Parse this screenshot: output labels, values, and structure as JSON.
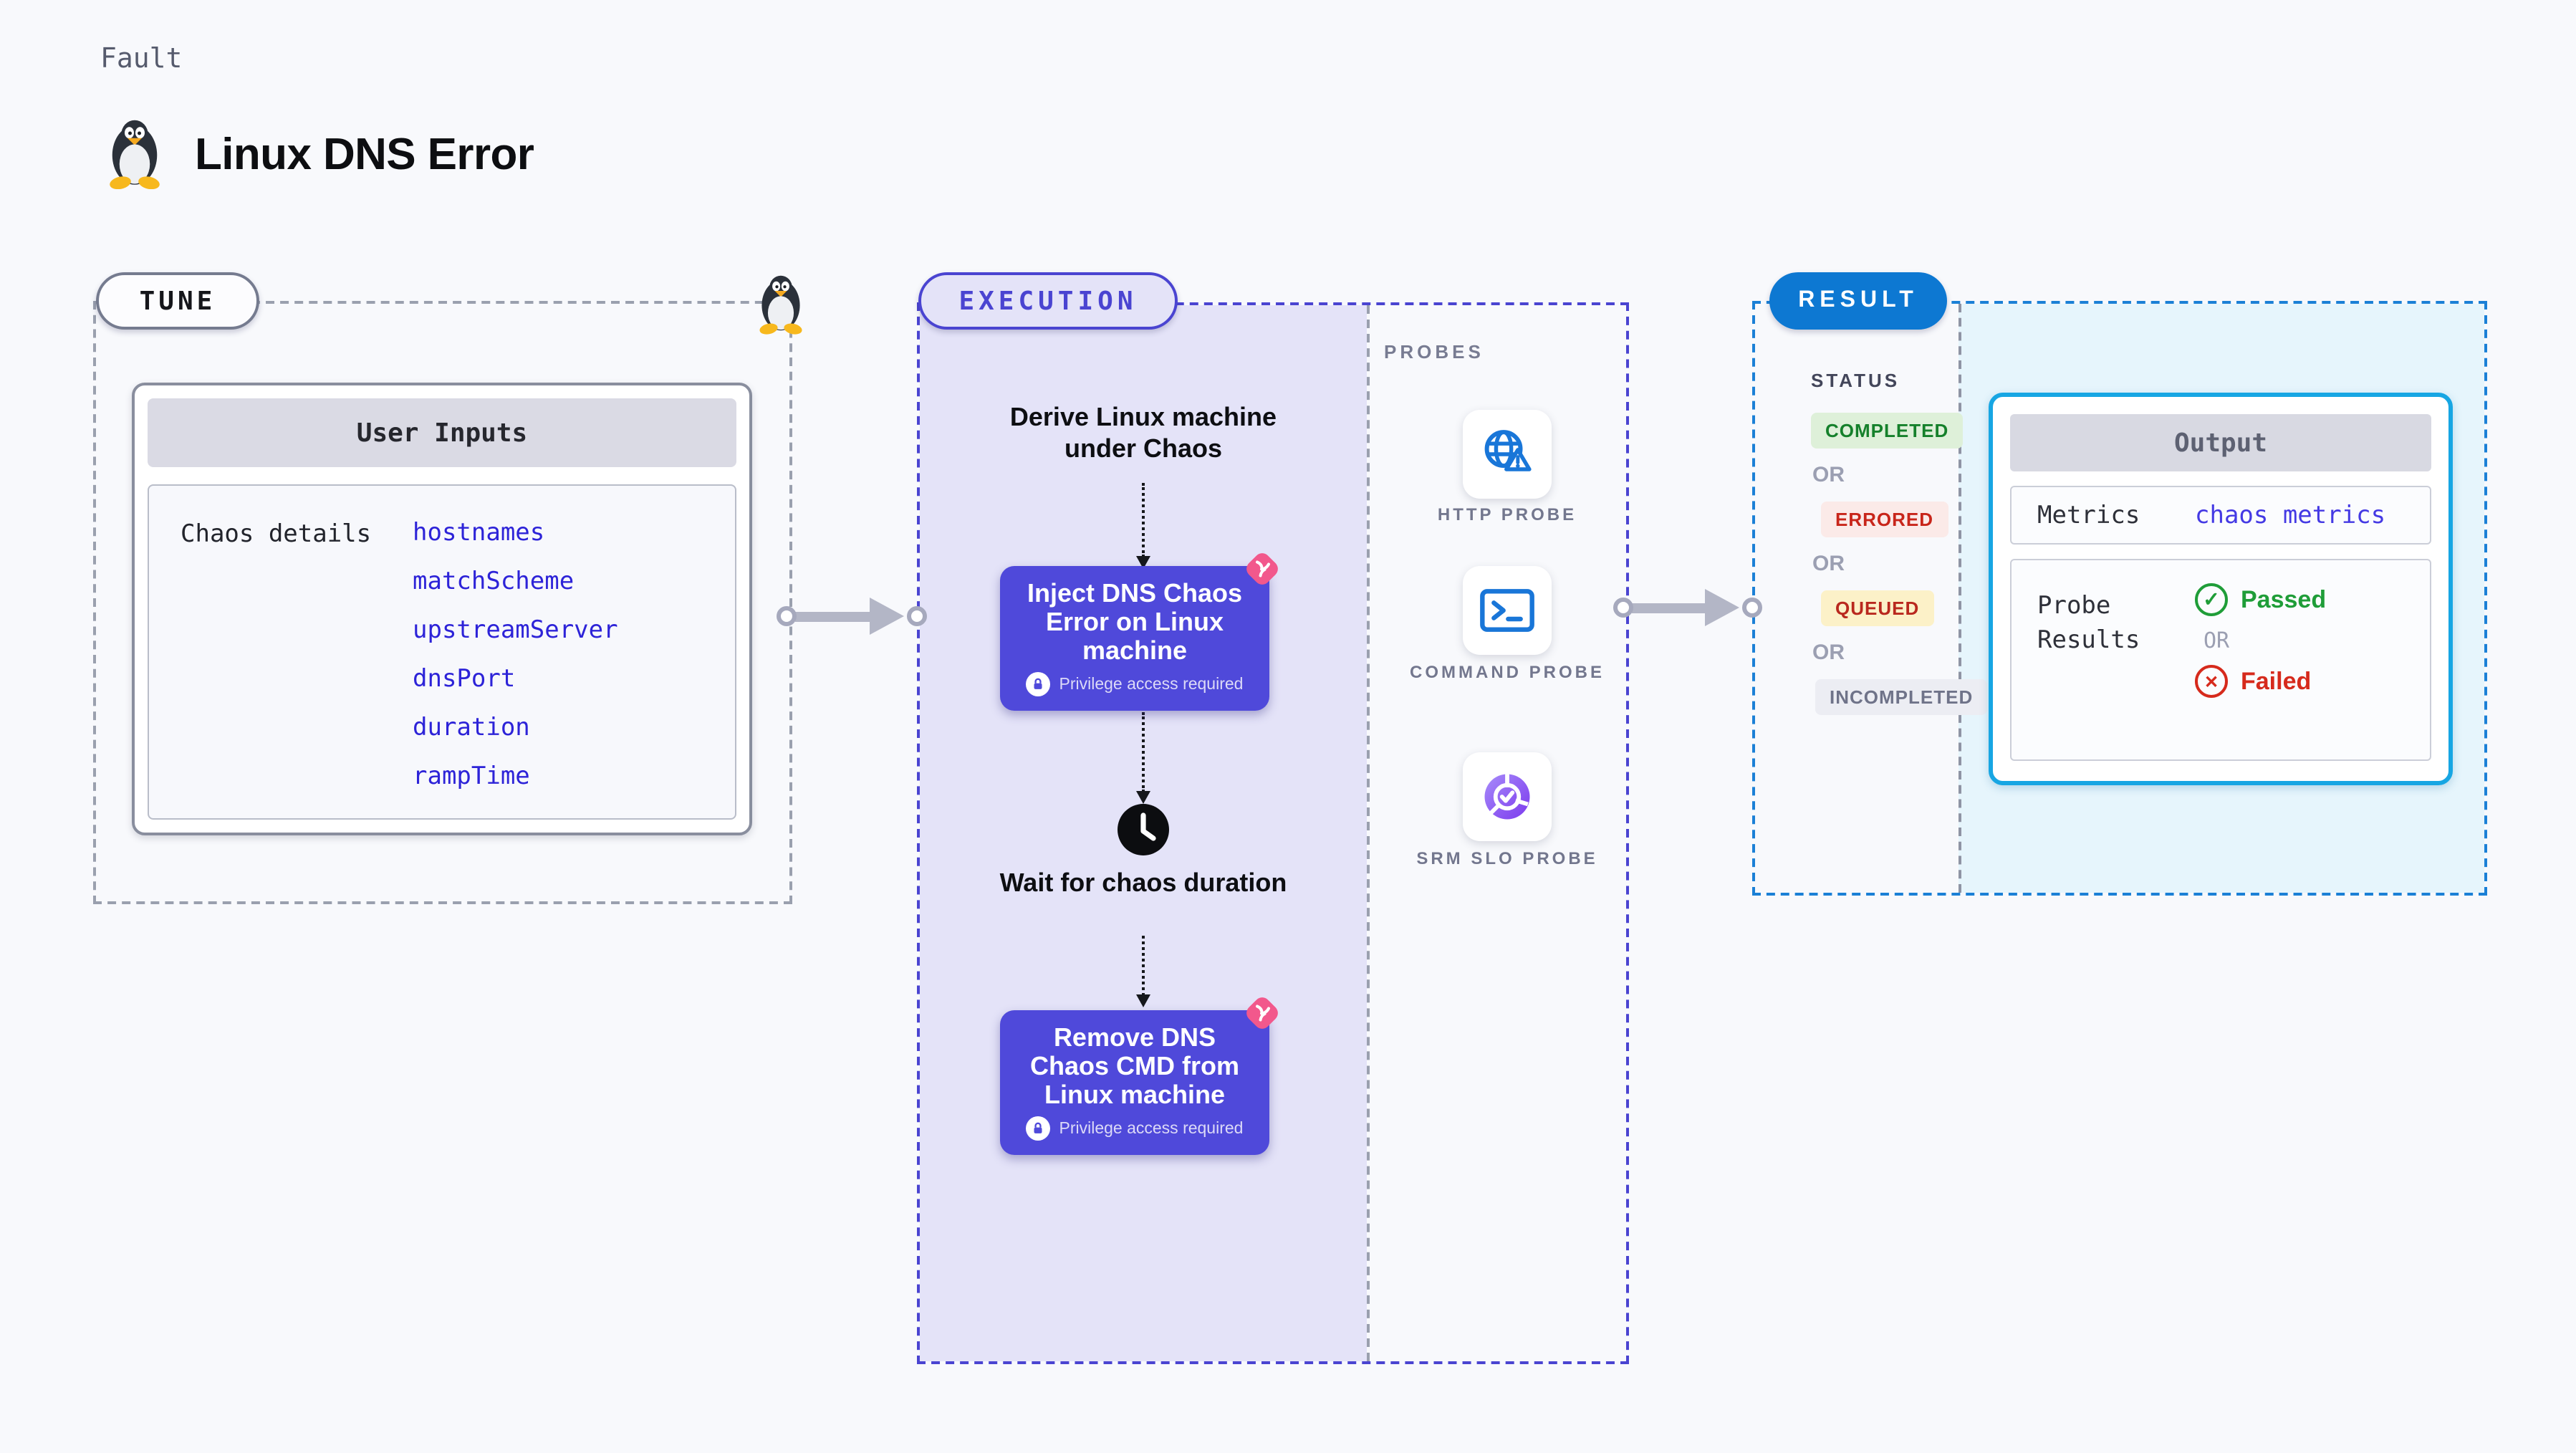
{
  "header": {
    "fault_label": "Fault",
    "title": "Linux DNS Error"
  },
  "tune": {
    "label": "TUNE",
    "card_title": "User Inputs",
    "row_label": "Chaos details",
    "params": [
      "hostnames",
      "matchScheme",
      "upstreamServer",
      "dnsPort",
      "duration",
      "rampTime"
    ]
  },
  "execution": {
    "label": "EXECUTION",
    "step_derive": "Derive Linux machine under Chaos",
    "step_inject": "Inject DNS Chaos Error on Linux machine",
    "step_wait": "Wait for chaos duration",
    "step_remove": "Remove DNS Chaos CMD from Linux machine",
    "privilege_note": "Privilege access required"
  },
  "probes": {
    "label": "PROBES",
    "items": [
      {
        "name": "HTTP PROBE",
        "icon": "globe-alert-icon"
      },
      {
        "name": "COMMAND PROBE",
        "icon": "terminal-icon"
      },
      {
        "name": "SRM SLO PROBE",
        "icon": "slo-donut-check-icon"
      }
    ]
  },
  "result": {
    "label": "RESULT",
    "status_label": "STATUS",
    "or_label": "OR",
    "statuses": [
      "COMPLETED",
      "ERRORED",
      "QUEUED",
      "INCOMPLETED"
    ],
    "output": {
      "title": "Output",
      "metrics_label": "Metrics",
      "metrics_value": "chaos metrics",
      "probe_results_label": "Probe Results",
      "passed_label": "Passed",
      "or_label": "OR",
      "failed_label": "Failed"
    }
  },
  "colors": {
    "page_bg": "#f8f9fc",
    "accent_indigo": "#4a44d1",
    "execution_panel_bg": "#e4e3f8",
    "step_box_bg": "#4f49da",
    "result_pill_bg": "#0d78d2",
    "result_dashed": "#1b80d6",
    "output_border": "#17a6e3",
    "output_panel_bg": "#e6f5fc",
    "param_link": "#2d23d8",
    "status_completed_fg": "#15802b",
    "status_completed_bg": "#def0d9",
    "status_errored_fg": "#c8251a",
    "status_errored_bg": "#fbeae8",
    "status_queued_fg": "#b9281e",
    "status_queued_bg": "#fcf1c8",
    "status_incompleted_fg": "#6f7389",
    "status_incompleted_bg": "#ecedf3",
    "passed_green": "#1f9d38",
    "failed_red": "#d62a1c",
    "chaos_icon_pink": "#f2588c",
    "probe_icon_blue": "#1976d8"
  }
}
